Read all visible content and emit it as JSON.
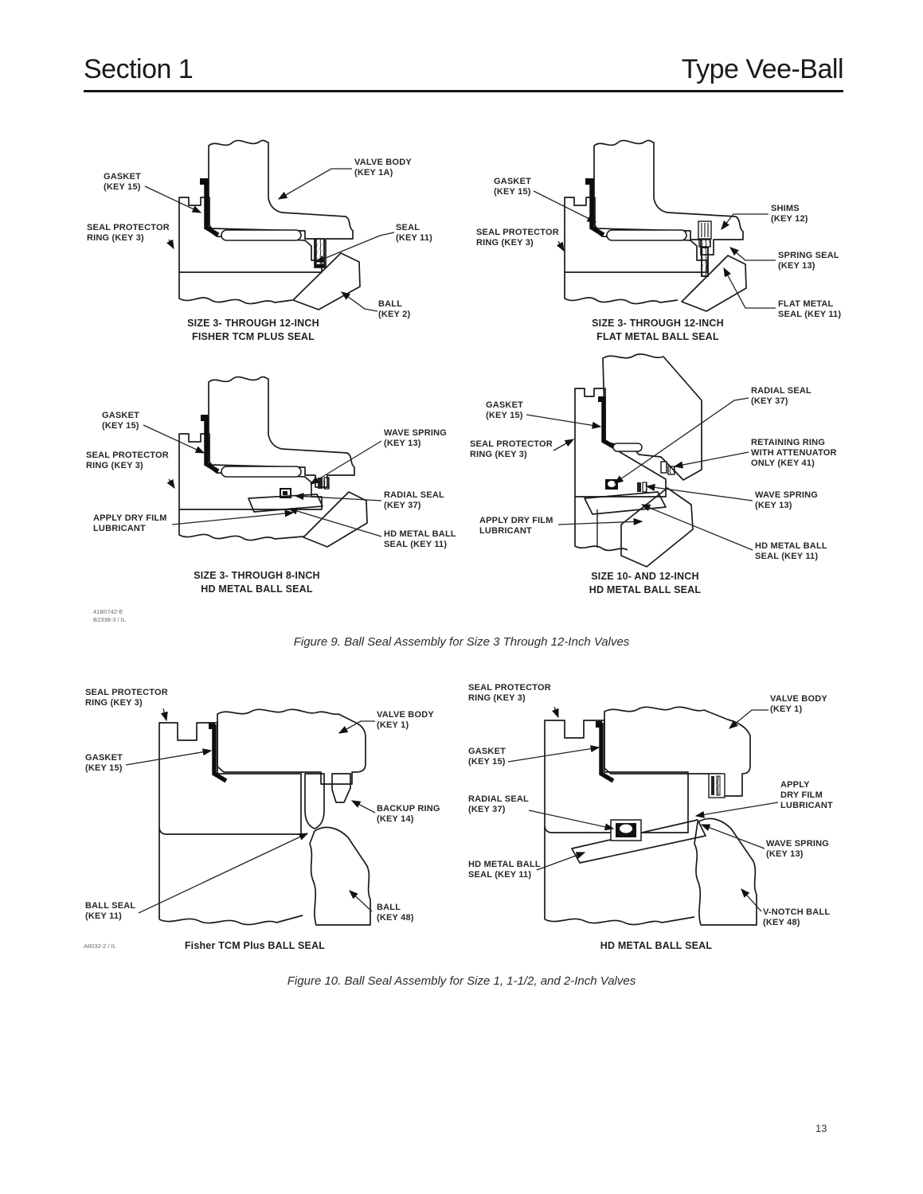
{
  "page": {
    "number": "13"
  },
  "header": {
    "section": "Section 1",
    "product": "Type Vee-Ball"
  },
  "figure9": {
    "caption": "Figure 9. Ball Seal Assembly for Size 3 Through 12-Inch Valves",
    "notes": [
      "41B0742-E",
      "B2338-3 / IL"
    ],
    "tcm": {
      "title": [
        "SIZE 3- THROUGH 12-INCH",
        "FISHER TCM PLUS SEAL"
      ],
      "gasket": [
        "GASKET",
        "(KEY 15)"
      ],
      "spr": [
        "SEAL PROTECTOR",
        "RING (KEY 3)"
      ],
      "valve_body": [
        "VALVE BODY",
        "(KEY 1A)"
      ],
      "seal": [
        "SEAL",
        "(KEY 11)"
      ],
      "ball": [
        "BALL",
        "(KEY 2)"
      ]
    },
    "flat": {
      "title": [
        "SIZE 3- THROUGH 12-INCH",
        "FLAT METAL BALL SEAL"
      ],
      "gasket": [
        "GASKET",
        "(KEY 15)"
      ],
      "spr": [
        "SEAL PROTECTOR",
        "RING (KEY 3)"
      ],
      "shims": [
        "SHIMS",
        "(KEY 12)"
      ],
      "spring_seal": [
        "SPRING SEAL",
        "(KEY 13)"
      ],
      "flat_seal": [
        "FLAT METAL",
        "SEAL (KEY 11)"
      ]
    },
    "hd38": {
      "title": [
        "SIZE 3- THROUGH 8-INCH",
        "HD METAL BALL SEAL"
      ],
      "gasket": [
        "GASKET",
        "(KEY 15)"
      ],
      "spr": [
        "SEAL PROTECTOR",
        "RING (KEY 3)"
      ],
      "lubricant": [
        "APPLY DRY FILM",
        "LUBRICANT"
      ],
      "wave_spring": [
        "WAVE SPRING",
        "(KEY 13)"
      ],
      "radial_seal": [
        "RADIAL SEAL",
        "(KEY 37)"
      ],
      "hd_seal": [
        "HD METAL BALL",
        "SEAL (KEY 11)"
      ]
    },
    "hd1012": {
      "title": [
        "SIZE 10- AND 12-INCH",
        "HD METAL BALL SEAL"
      ],
      "gasket": [
        "GASKET",
        "(KEY 15)"
      ],
      "spr": [
        "SEAL PROTECTOR",
        "RING (KEY 3)"
      ],
      "lubricant": [
        "APPLY DRY FILM",
        "LUBRICANT"
      ],
      "radial_seal": [
        "RADIAL SEAL",
        "(KEY 37)"
      ],
      "retaining": [
        "RETAINING RING",
        "WITH ATTENUATOR",
        "ONLY (KEY 41)"
      ],
      "wave_spring": [
        "WAVE SPRING",
        "(KEY 13)"
      ],
      "hd_seal": [
        "HD METAL BALL",
        "SEAL (KEY 11)"
      ]
    }
  },
  "figure10": {
    "caption": "Figure 10. Ball Seal Assembly for Size 1, 1-1/2, and 2-Inch Valves",
    "note": "A6032-2 / IL",
    "tcm": {
      "title": "Fisher TCM Plus BALL SEAL",
      "spr": [
        "SEAL PROTECTOR",
        "RING (KEY 3)"
      ],
      "gasket": [
        "GASKET",
        "(KEY 15)"
      ],
      "ball_seal": [
        "BALL SEAL",
        "(KEY 11)"
      ],
      "valve_body": [
        "VALVE BODY",
        "(KEY 1)"
      ],
      "backup_ring": [
        "BACKUP RING",
        "(KEY 14)"
      ],
      "ball": [
        "BALL",
        "(KEY 48)"
      ]
    },
    "hd": {
      "title": "HD METAL BALL SEAL",
      "spr": [
        "SEAL PROTECTOR",
        "RING (KEY 3)"
      ],
      "gasket": [
        "GASKET",
        "(KEY 15)"
      ],
      "radial_seal": [
        "RADIAL SEAL",
        "(KEY 37)"
      ],
      "hd_seal": [
        "HD METAL BALL",
        "SEAL (KEY 11)"
      ],
      "valve_body": [
        "VALVE BODY",
        "(KEY 1)"
      ],
      "lubricant": [
        "APPLY",
        "DRY FILM",
        "LUBRICANT"
      ],
      "wave_spring": [
        "WAVE SPRING",
        "(KEY 13)"
      ],
      "v_notch_ball": [
        "V-NOTCH BALL",
        "(KEY 48)"
      ]
    }
  }
}
